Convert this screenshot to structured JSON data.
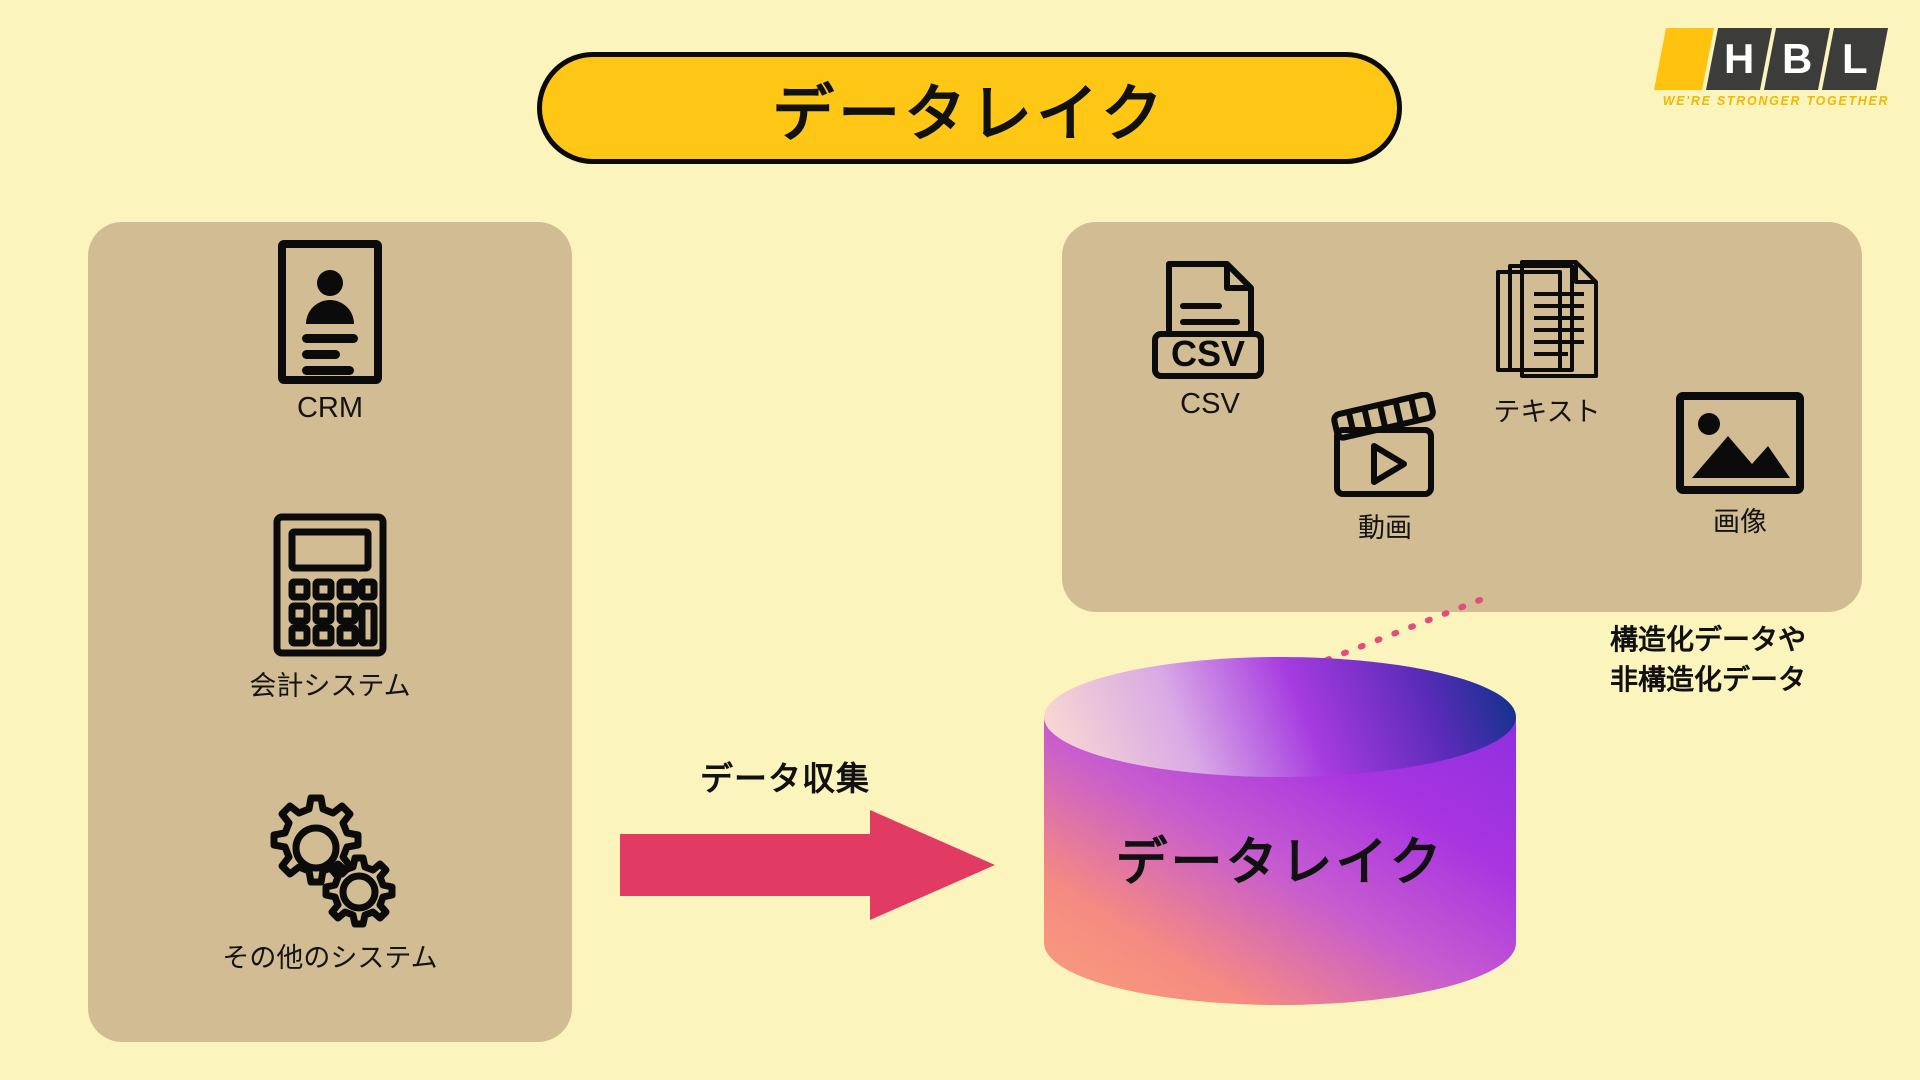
{
  "page": {
    "background_color": "#FCF4BD",
    "title": "データレイク"
  },
  "title_pill": {
    "text": "データレイク",
    "fill": "#FFC715",
    "border": "#0A0A0A"
  },
  "logo": {
    "letters": [
      "H",
      "B",
      "L"
    ],
    "tagline": "WE'RE STRONGER TOGETHER",
    "accent_color": "#FFC20E",
    "tile_color": "#3C3C3B",
    "tagline_color": "#F0B800"
  },
  "panels": {
    "sources": {
      "fill": "#D2BC94",
      "items": [
        {
          "label": "CRM",
          "icon": "contact-card-icon"
        },
        {
          "label": "会計システム",
          "icon": "calculator-icon"
        },
        {
          "label": "その他のシステム",
          "icon": "gears-icon"
        }
      ]
    },
    "data_types": {
      "fill": "#D2BC94",
      "items": [
        {
          "label": "CSV",
          "icon": "csv-file-icon"
        },
        {
          "label": "動画",
          "icon": "video-clapperboard-icon"
        },
        {
          "label": "テキスト",
          "icon": "text-documents-icon"
        },
        {
          "label": "画像",
          "icon": "image-photo-icon"
        }
      ]
    }
  },
  "arrow": {
    "label": "データ収集",
    "color": "#E13A63"
  },
  "cylinder": {
    "label": "データレイク",
    "gradient_from": "#FA9E6E",
    "gradient_mid": "#A935E0",
    "gradient_to": "#1E3E9E"
  },
  "annotation": {
    "line1": "構造化データや",
    "line2": "非構造化データ",
    "connector_color": "#E24D7B",
    "connector_style": "dotted"
  }
}
